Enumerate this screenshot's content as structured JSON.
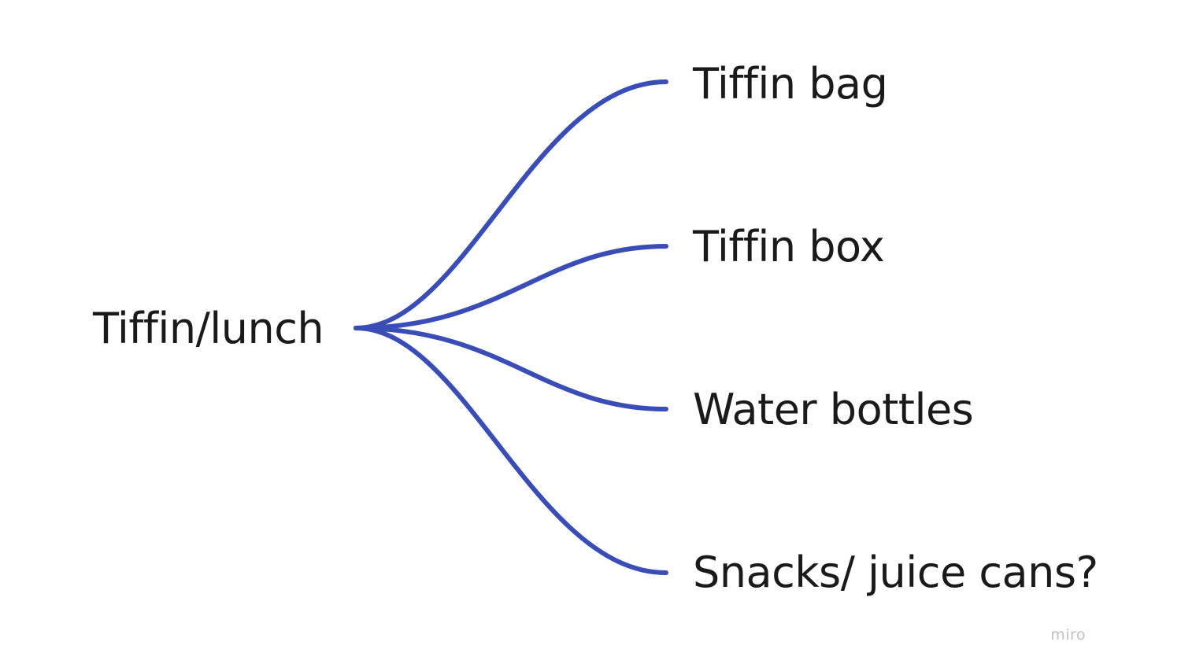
{
  "mindmap": {
    "root": "Tiffin/lunch",
    "children": [
      "Tiffin bag",
      "Tiffin box",
      "Water bottles",
      "Snacks/ juice cans?"
    ],
    "connector_color": "#3a4cb6",
    "text_color": "#1a1a1a"
  },
  "watermark": "miro"
}
